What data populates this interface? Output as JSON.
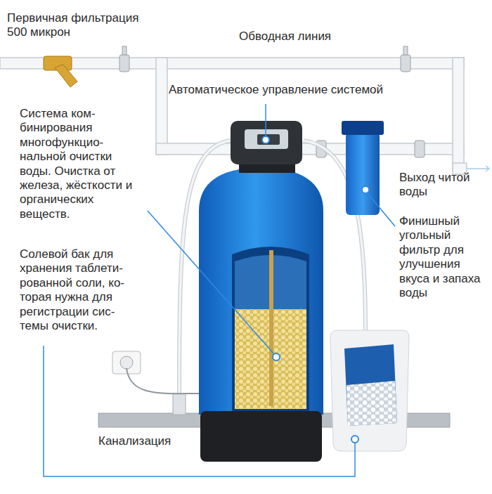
{
  "diagram": {
    "labels": [
      "Первичная фильтрация 500 микрон",
      "Обводная линия",
      "Автоматическое управление системой",
      "Система ком- бинирования многофункцио- нальной очистки воды. Очистка от железа, жёсткости и органических веществ.",
      "Выход читой воды",
      "Финишный угольный фильтр для улучшения вкуса и запаха воды",
      "Солевой бак для хранения таблети- рованной соли, ко- торая нужна для регистрации сис- темы очистки.",
      "Канализация"
    ]
  }
}
